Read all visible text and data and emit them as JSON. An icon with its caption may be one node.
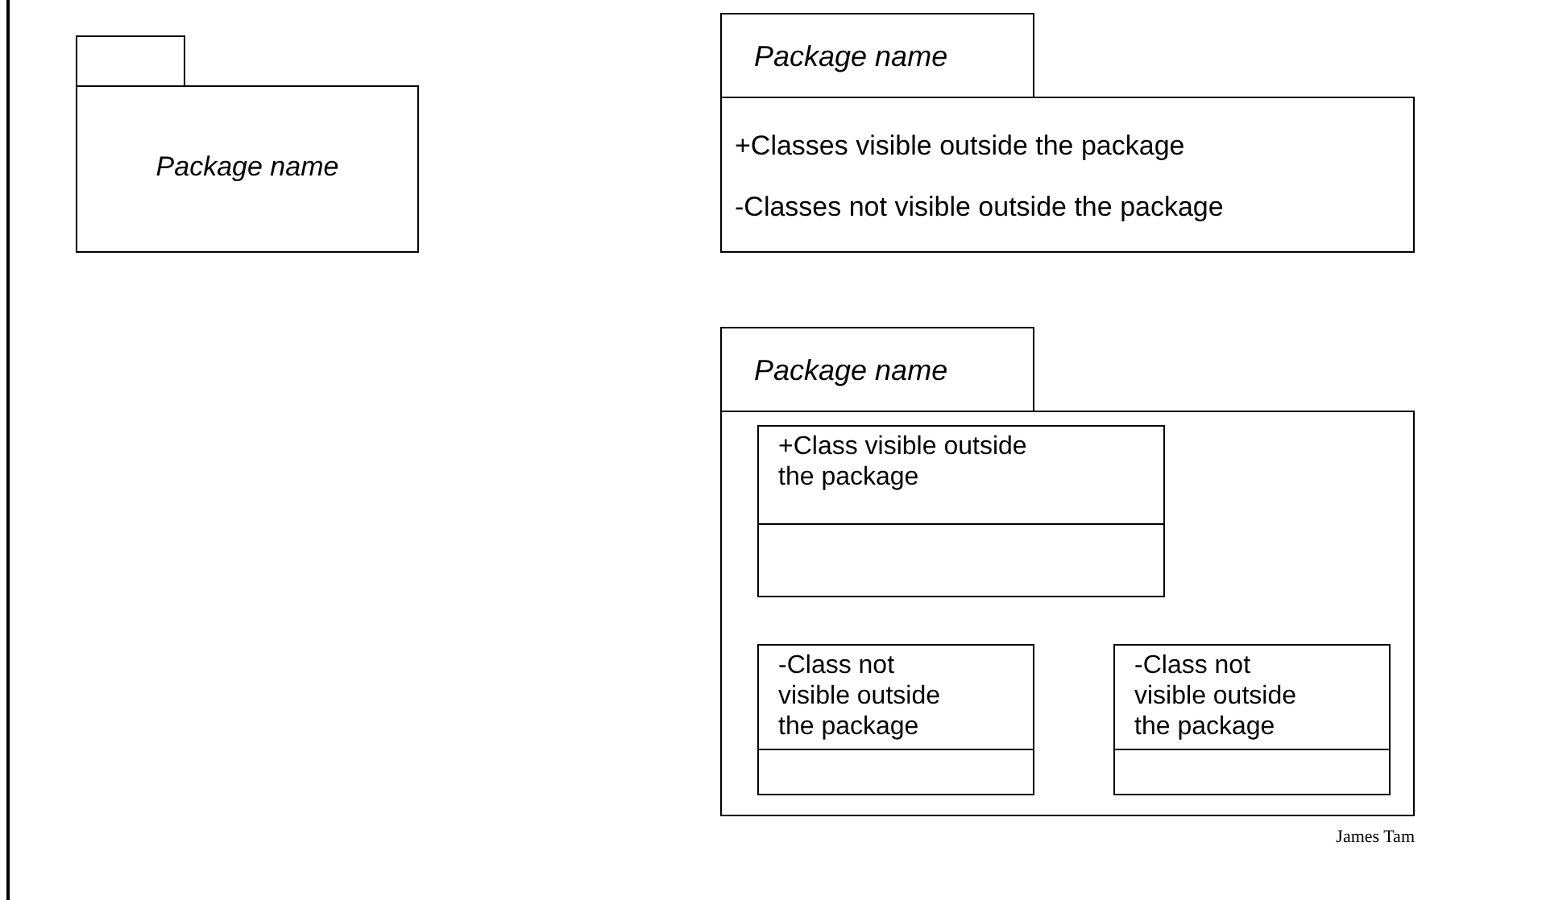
{
  "diagram": {
    "nodes": [
      {
        "text": [
          "Package name"
        ]
      },
      {
        "text": [
          "Package name",
          "+Classes visible outside the package",
          "-Classes not visible outside the package"
        ]
      },
      {
        "text": [
          "Package name"
        ]
      },
      {
        "text": [
          "+Class visible outside the package"
        ],
        "in": 2
      },
      {
        "text": [
          "-Class not visible outside the package"
        ],
        "in": 2
      },
      {
        "text": [
          "-Class not visible outside the package"
        ],
        "in": 2
      }
    ],
    "labels": [
      "James Tam"
    ]
  }
}
